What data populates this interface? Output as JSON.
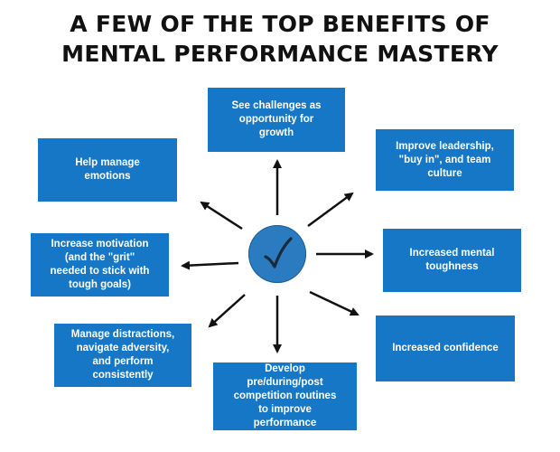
{
  "title": {
    "line1": "A FEW OF THE TOP BENEFITS OF",
    "line2": "MENTAL PERFORMANCE MASTERY"
  },
  "benefits": [
    "See challenges as\nopportunity for\ngrowth",
    "Improve leadership,\n\"buy in\", and team\nculture",
    "Increased mental\ntoughness",
    "Increased confidence",
    "Develop\npre/during/post\ncompetition routines\nto improve\nperformance",
    "Manage distractions,\nnavigate adversity,\nand perform\nconsistently",
    "Increase motivation\n(and the \"grit\"\nneeded to stick with\ntough goals)",
    "Help manage\nemotions"
  ],
  "center_icon": "checkmark-icon",
  "colors": {
    "box": "#1677c7",
    "hub": "#2a7bbf",
    "check": "#1a2a3a",
    "arrow": "#111111"
  }
}
